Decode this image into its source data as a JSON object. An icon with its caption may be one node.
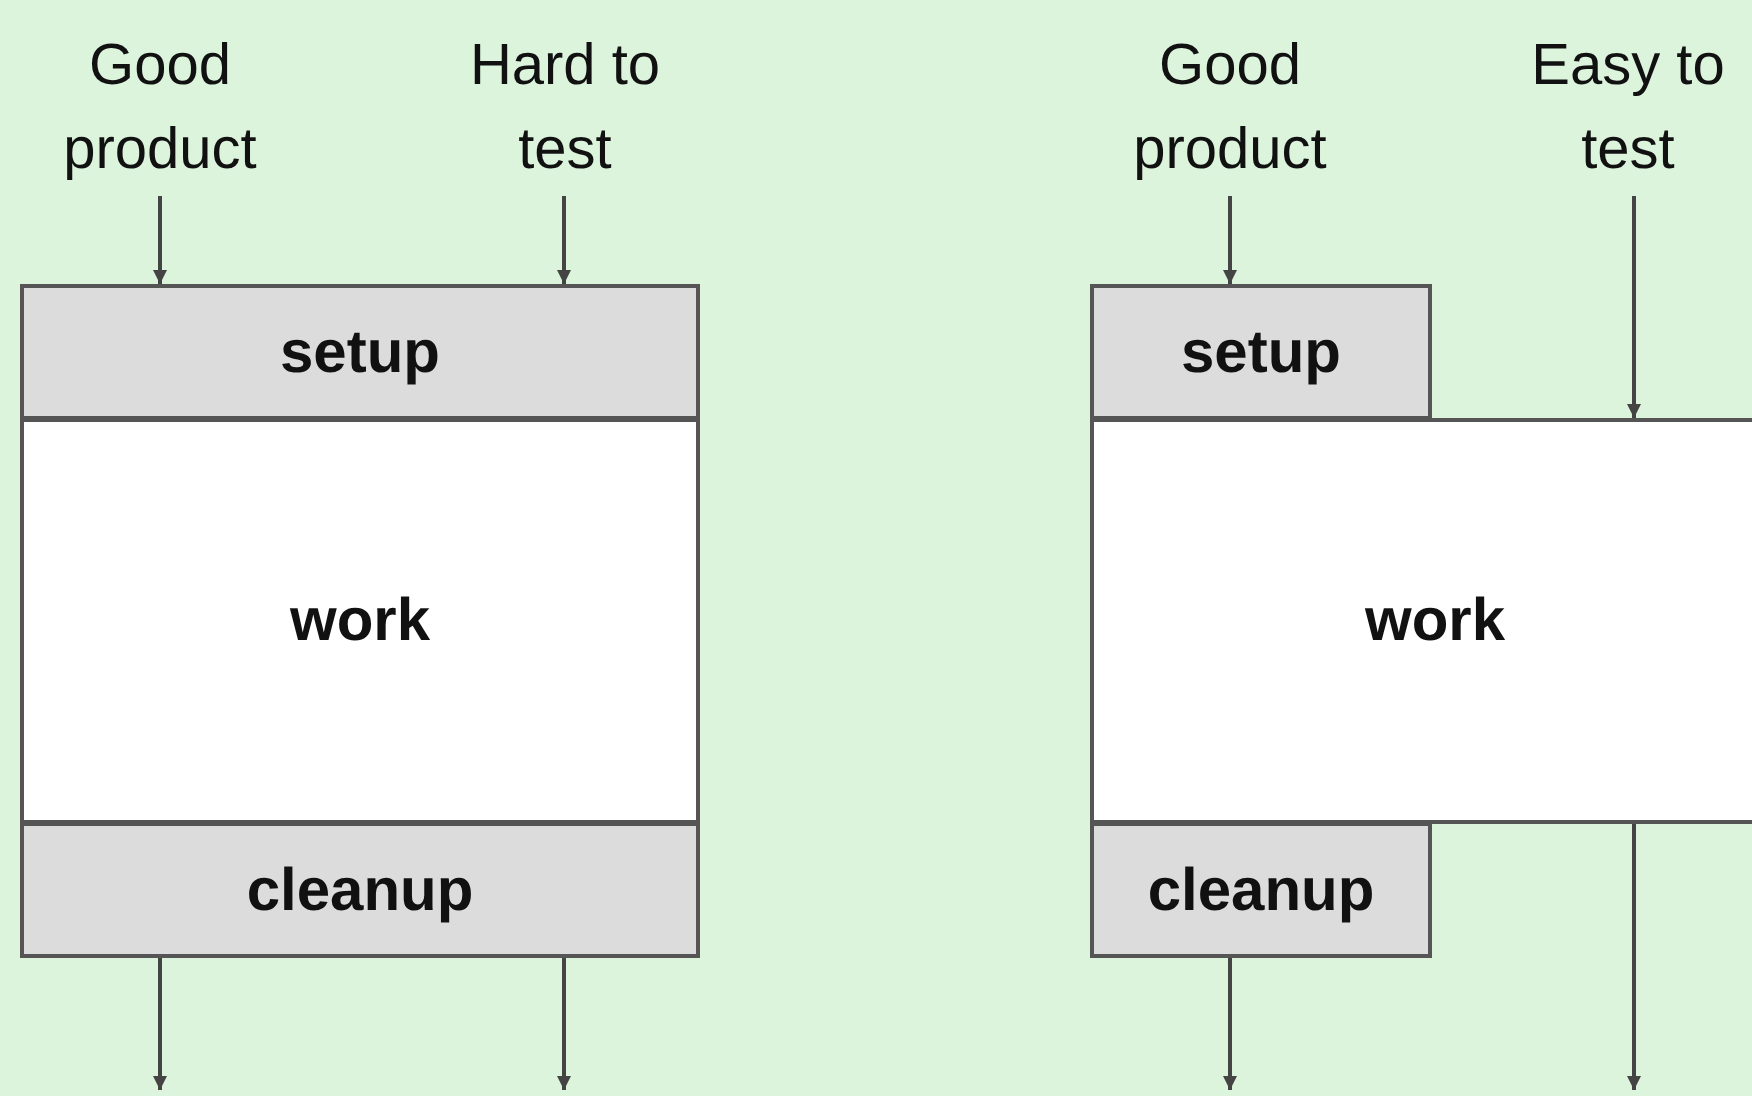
{
  "diagram": {
    "nodes": [
      {
        "text": [
          "Good product"
        ]
      },
      {
        "text": [
          "Hard to test"
        ]
      },
      {
        "text": [
          "setup"
        ]
      },
      {
        "text": [
          "work"
        ]
      },
      {
        "text": [
          "cleanup"
        ]
      },
      {
        "text": [
          "Good product"
        ]
      },
      {
        "text": [
          "Easy to test"
        ]
      },
      {
        "text": [
          "setup"
        ]
      },
      {
        "text": [
          "work"
        ]
      },
      {
        "text": [
          "cleanup"
        ]
      }
    ],
    "edges": [
      {
        "from": 0,
        "to": 2,
        "arrow": "to"
      },
      {
        "from": 1,
        "to": 2,
        "arrow": "to"
      },
      {
        "from": 4,
        "to": null,
        "arrow": "to"
      },
      {
        "from": 4,
        "to": null,
        "arrow": "to"
      },
      {
        "from": 5,
        "to": 7,
        "arrow": "to"
      },
      {
        "from": 6,
        "to": 8,
        "arrow": "to"
      },
      {
        "from": 9,
        "to": null,
        "arrow": "to"
      },
      {
        "from": 8,
        "to": null,
        "arrow": "to"
      }
    ]
  }
}
